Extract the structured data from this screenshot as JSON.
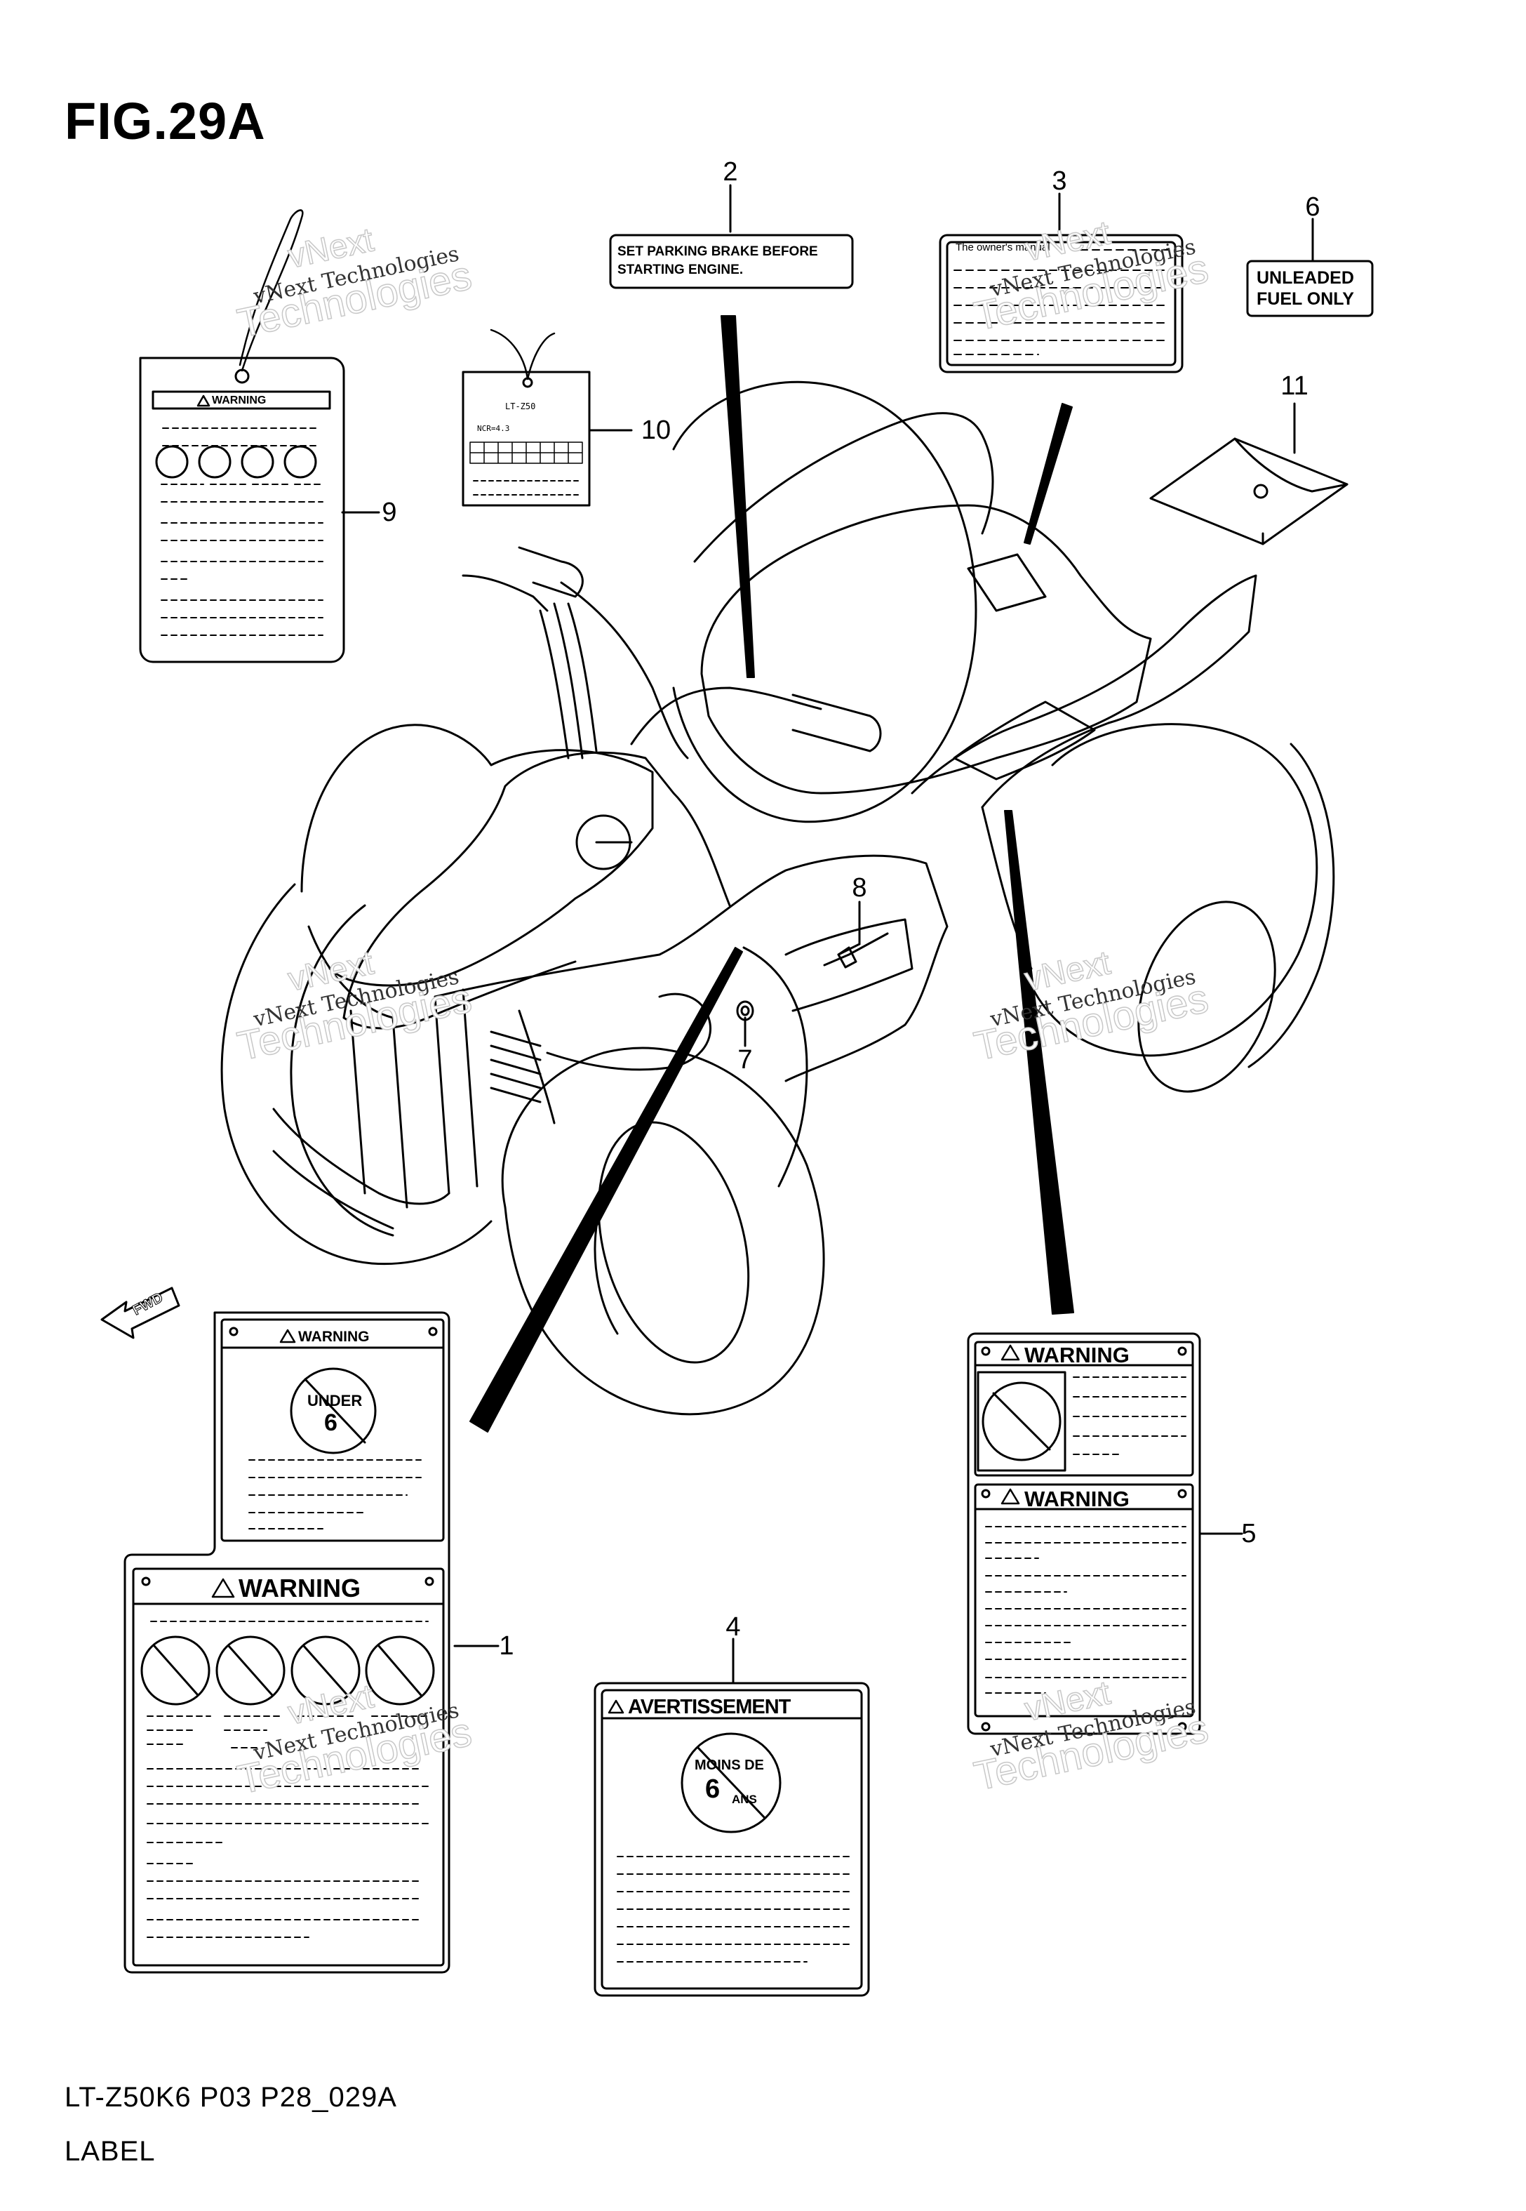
{
  "figure": {
    "title": "FIG.29A",
    "footer_code": "LT-Z50K6 P03 P28_029A",
    "footer_name": "LABEL"
  },
  "callouts": [
    "1",
    "2",
    "3",
    "4",
    "5",
    "6",
    "7",
    "8",
    "9",
    "10",
    "11"
  ],
  "labels": {
    "parking": {
      "line1": "SET PARKING BRAKE BEFORE",
      "line2": "STARTING ENGINE."
    },
    "manual": {
      "text": "The owner's manual"
    },
    "fuel": {
      "line1": "UNLEADED",
      "line2": "FUEL ONLY"
    },
    "tag10": {
      "model": "LT-Z50",
      "spec": "NCR=4.3"
    },
    "warning_word": "WARNING",
    "under6": {
      "line1": "UNDER",
      "line2": "6"
    },
    "avert": {
      "title": "AVERTISSEMENT",
      "line1": "MOINS DE",
      "line2": "6",
      "line3": "ANS"
    },
    "fwd": "FWD"
  },
  "watermark": {
    "line1": "vNext Technologies",
    "line2": "Technologies",
    "line3": "vNext"
  },
  "colors": {
    "ink": "#000000",
    "paper": "#ffffff",
    "watermark_outline": "#c8c8c8"
  }
}
